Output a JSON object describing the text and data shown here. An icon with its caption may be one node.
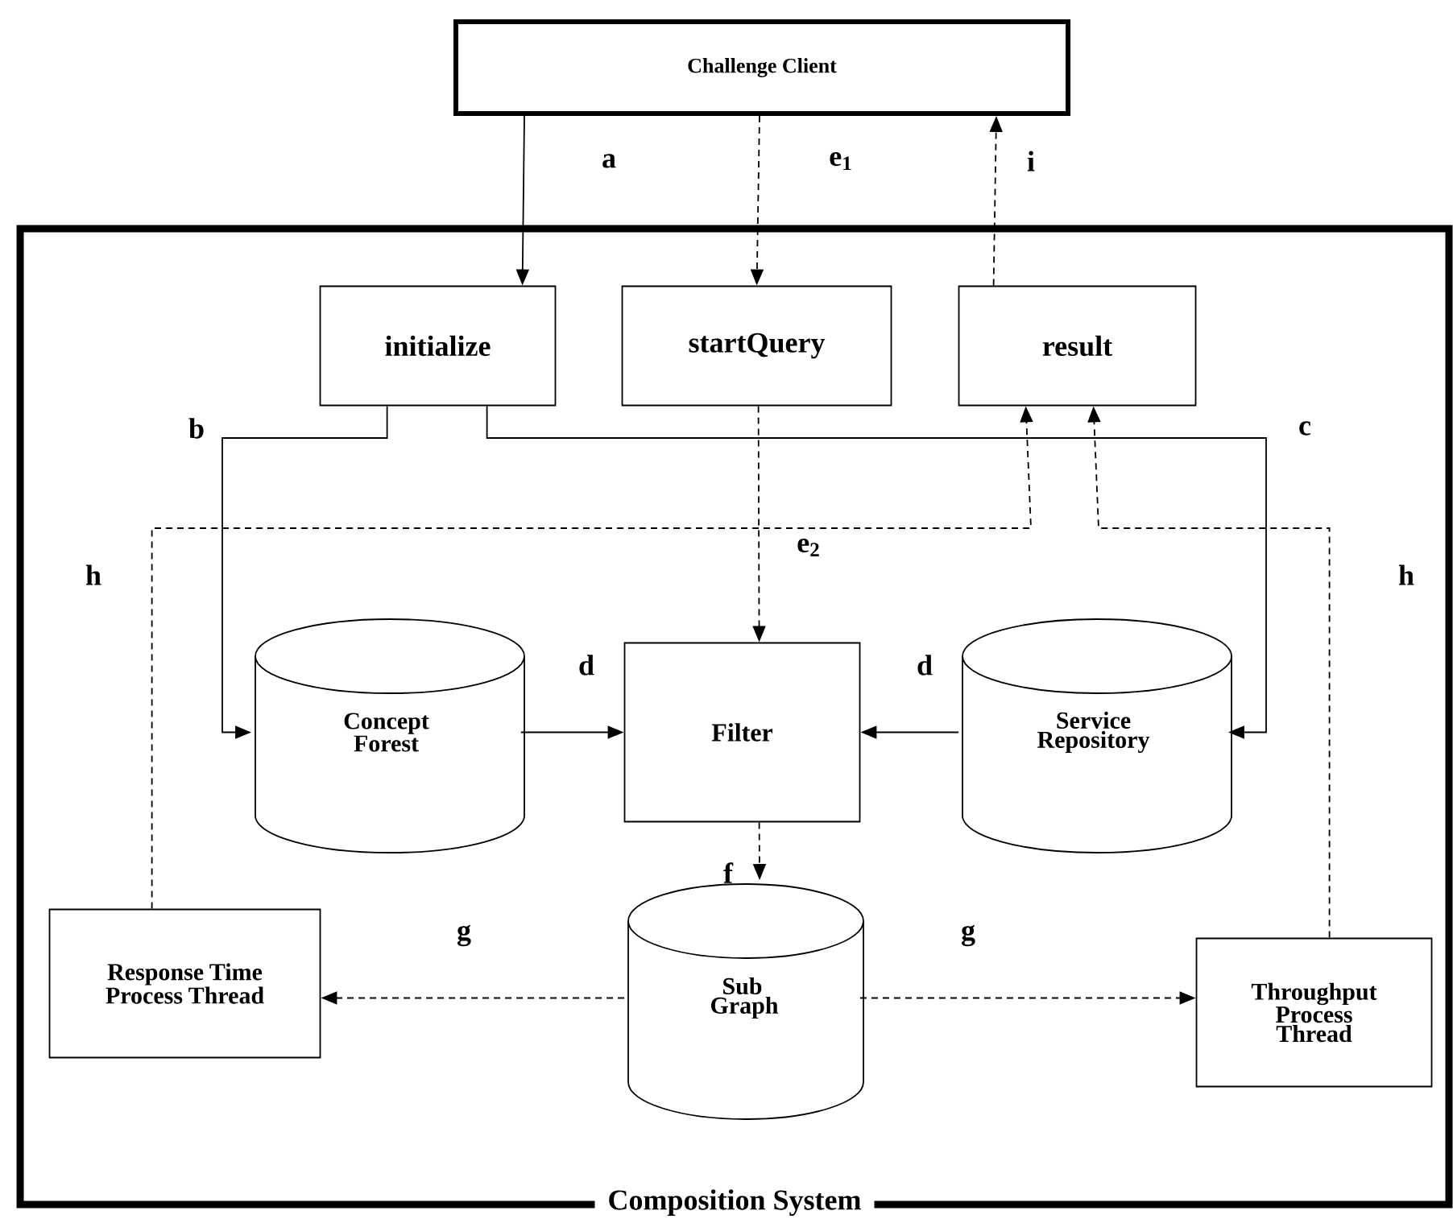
{
  "diagram": {
    "nodes": [
      {
        "text": [
          "Composition System"
        ]
      },
      {
        "text": [
          "Challenge Client"
        ]
      },
      {
        "text": [
          "initialize"
        ],
        "in": 0
      },
      {
        "text": [
          "startQuery"
        ],
        "in": 0
      },
      {
        "text": [
          "result"
        ],
        "in": 0
      },
      {
        "text": [
          "Concept Forest"
        ],
        "in": 0
      },
      {
        "text": [
          "Filter"
        ],
        "in": 0
      },
      {
        "text": [
          "Service Repository"
        ],
        "in": 0
      },
      {
        "text": [
          "Sub Graph"
        ],
        "in": 0
      },
      {
        "text": [
          "Response Time Process Thread"
        ],
        "in": 0
      },
      {
        "text": [
          "Throughput Process Thread"
        ],
        "in": 0
      }
    ],
    "edges": [
      {
        "from": 1,
        "to": 2,
        "arrow": "to",
        "label": "a"
      },
      {
        "from": 1,
        "to": 3,
        "arrow": "to",
        "label": "e$_{1}$",
        "style": "dashed"
      },
      {
        "from": 4,
        "to": 1,
        "arrow": "to",
        "label": "i",
        "style": "dashed"
      },
      {
        "from": 2,
        "to": 5,
        "arrow": "to",
        "label": "b"
      },
      {
        "from": 2,
        "to": 7,
        "arrow": "to",
        "label": "c"
      },
      {
        "from": 3,
        "to": 6,
        "arrow": "to",
        "label": "e$_{2}$",
        "style": "dashed"
      },
      {
        "from": 5,
        "to": 6,
        "arrow": "to",
        "label": "d"
      },
      {
        "from": 7,
        "to": 6,
        "arrow": "to",
        "label": "d"
      },
      {
        "from": 6,
        "to": 8,
        "arrow": "to",
        "label": "f",
        "style": "dashed"
      },
      {
        "from": 8,
        "to": 9,
        "arrow": "to",
        "label": "g",
        "style": "dashed"
      },
      {
        "from": 8,
        "to": 10,
        "arrow": "to",
        "label": "g",
        "style": "dashed"
      },
      {
        "from": 9,
        "to": 4,
        "arrow": "to",
        "label": "h",
        "style": "dashed"
      },
      {
        "from": 10,
        "to": 4,
        "arrow": "to",
        "label": "h",
        "style": "dashed"
      }
    ]
  }
}
